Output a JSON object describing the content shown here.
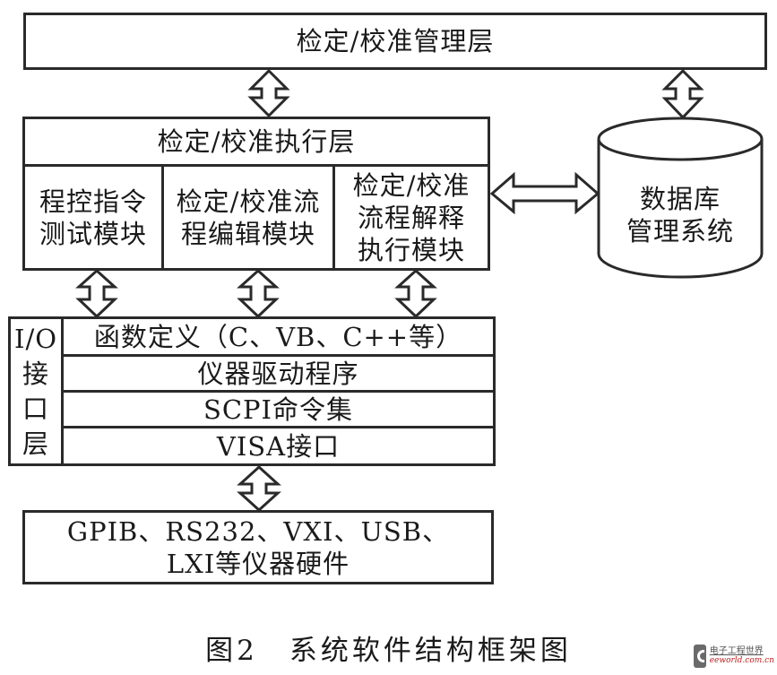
{
  "management_layer": {
    "label": "检定/校准管理层"
  },
  "execution_layer": {
    "label": "检定/校准执行层",
    "modules": [
      {
        "lines": [
          "程控指令",
          "测试模块"
        ]
      },
      {
        "lines": [
          "检定/校准流",
          "程编辑模块"
        ]
      },
      {
        "lines": [
          "检定/校准",
          "流程解释",
          "执行模块"
        ]
      }
    ]
  },
  "database": {
    "lines": [
      "数据库",
      "管理系统"
    ]
  },
  "io_layer": {
    "side_label": [
      "I/O",
      "接",
      "口",
      "层"
    ],
    "rows": [
      {
        "label": "函数定义（C、VB、C++等）"
      },
      {
        "label": "仪器驱动程序"
      },
      {
        "label": "SCPI命令集"
      },
      {
        "label": "VISA接口"
      }
    ]
  },
  "hardware": {
    "lines": [
      "GPIB、RS232、VXI、USB、",
      "LXI等仪器硬件"
    ]
  },
  "caption": "图2　系统软件结构框架图",
  "watermark": {
    "cn": "电子工程世界",
    "en": "eeworld.com.cn"
  },
  "colors": {
    "stroke": "#2a2a2a",
    "background": "#ffffff"
  }
}
